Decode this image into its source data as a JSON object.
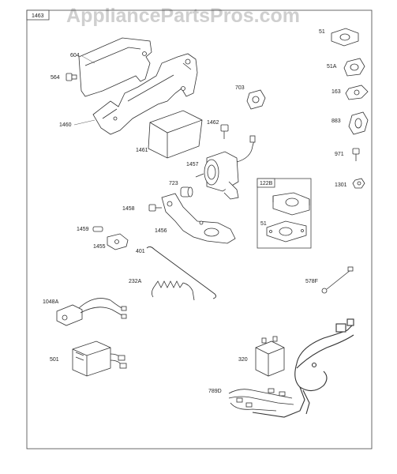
{
  "watermark": "AppliancePartsPros.com",
  "frame_label": "1463",
  "kit_label": "122B",
  "callouts": {
    "c604": "604",
    "c564": "564",
    "c1460": "1460",
    "c1461": "1461",
    "c1462": "1462",
    "c703": "703",
    "c1457": "1457",
    "c723": "723",
    "c1458": "1458",
    "c1456": "1456",
    "c1459": "1459",
    "c1455": "1455",
    "c401": "401",
    "c232A": "232A",
    "c1048A": "1048A",
    "c501": "501",
    "c320": "320",
    "c789D": "789D",
    "c51_kit": "51",
    "c51": "51",
    "c51A": "51A",
    "c163": "163",
    "c883": "883",
    "c971": "971",
    "c1301": "1301",
    "c578F": "578F"
  }
}
